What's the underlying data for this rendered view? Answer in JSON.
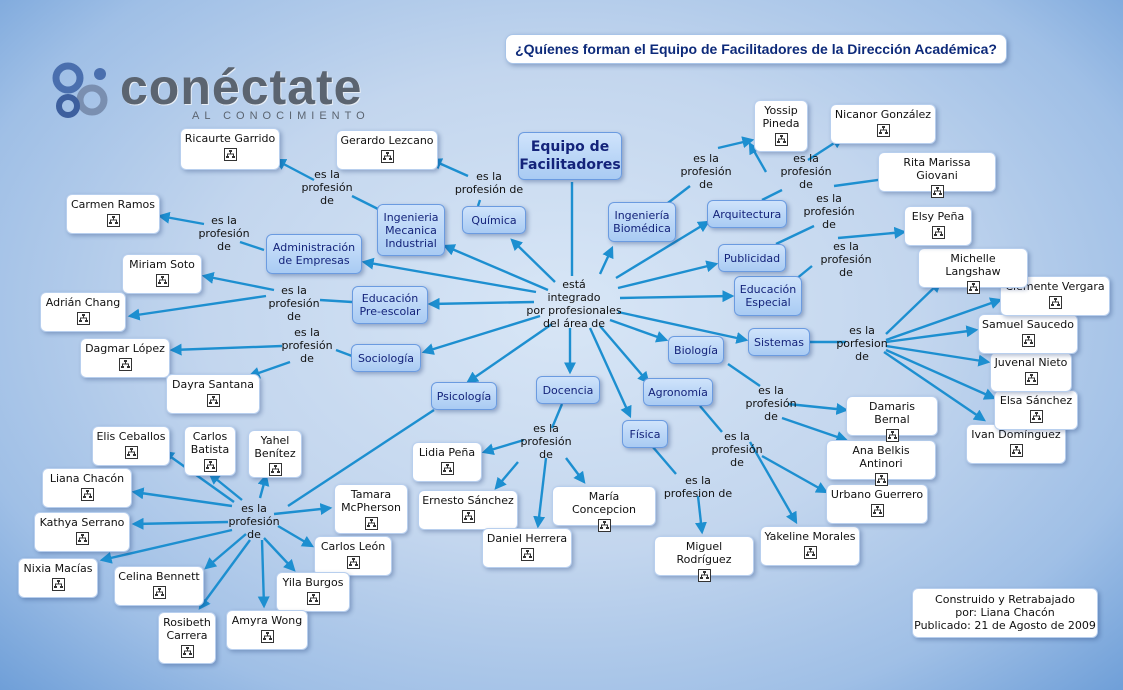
{
  "title": "¿Quíenes forman el Equipo de Facilitadores de la Dirección Académica?",
  "logo": {
    "word": "conéctate",
    "sub": "AL CONOCIMIENTO"
  },
  "credits": {
    "line1": "Construido y Retrabajado",
    "line2": "por: Liana Chacón",
    "line3": "Publicado: 21 de Agosto de 2009"
  },
  "concepts": {
    "main": "Equipo de Facilitadores",
    "quimica": "Química",
    "mecanica": "Ingenieria Mecanica Industrial",
    "admin": "Administración de Empresas",
    "preescolar": "Educación Pre-escolar",
    "sociologia": "Sociología",
    "psicologia": "Psicología",
    "docencia": "Docencia",
    "fisica": "Física",
    "agronomia": "Agronomía",
    "biologia": "Biología",
    "sistemas": "Sistemas",
    "especial": "Educación Especial",
    "publicidad": "Publicidad",
    "arquitectura": "Arquitectura",
    "biomedica": "Ingeniería Biomédica"
  },
  "labels": {
    "hub": "está\nintegrado\npor profesionales\ndel área de",
    "mecanica": "es la\nprofesión\nde",
    "quimica": "es la\nprofesión de",
    "admin": "es la\nprofesión\nde",
    "preescolar": "es la\nprofesión\nde",
    "sociologia": "es la\nprofesión\nde",
    "psicologia": "es la\nprofesión\nde",
    "docencia": "es la\nprofesión\nde",
    "fisica": "es la\nprofesion de",
    "agronomia": "es la\nprofesión\nde",
    "biologia": "es la\nprofesión\nde",
    "sistemas": "es la\nporfesion\nde",
    "especial": "es la\nprofesión\nde",
    "publicidad": "es la\nprofesión\nde",
    "arquitectura": "es la\nprofesión\nde",
    "biomedica": "es la\nprofesión\nde"
  },
  "people": {
    "ricaurte": "Ricaurte Garrido",
    "gerardo": "Gerardo Lezcano",
    "carmen": "Carmen Ramos",
    "miriam": "Miriam Soto",
    "adrian": "Adrián Chang",
    "dagmar": "Dagmar López",
    "dayra": "Dayra Santana",
    "elis": "Elis Ceballos",
    "carlosb": "Carlos Batista",
    "yahel": "Yahel Benítez",
    "liana": "Liana Chacón",
    "tamara": "Tamara McPherson",
    "kathya": "Kathya Serrano",
    "carlosl": "Carlos León",
    "nixia": "Nixia Macías",
    "celina": "Celina Bennett",
    "yila": "Yila Burgos",
    "rosibeth": "Rosibeth Carrera",
    "amyra": "Amyra Wong",
    "lidia": "Lidia Peña",
    "ernesto": "Ernesto Sánchez",
    "maria": "María Concepcion",
    "daniel": "Daniel Herrera",
    "miguel": "Miguel Rodríguez",
    "yakeline": "Yakeline Morales",
    "urbano": "Urbano Guerrero",
    "ana": "Ana Belkis Antinori",
    "damaris": "Damaris Bernal",
    "ivan": "Ivan Domínguez",
    "elsas": "Elsa Sánchez",
    "juvenal": "Juvenal Nieto",
    "samuel": "Samuel Saucedo",
    "clemente": "Clemente Vergara",
    "michelle": "Michelle Langshaw",
    "elsyp": "Elsy Peña",
    "rita": "Rita Marissa Giovani",
    "nicanor": "Nicanor González",
    "yossip": "Yossip Pineda"
  }
}
